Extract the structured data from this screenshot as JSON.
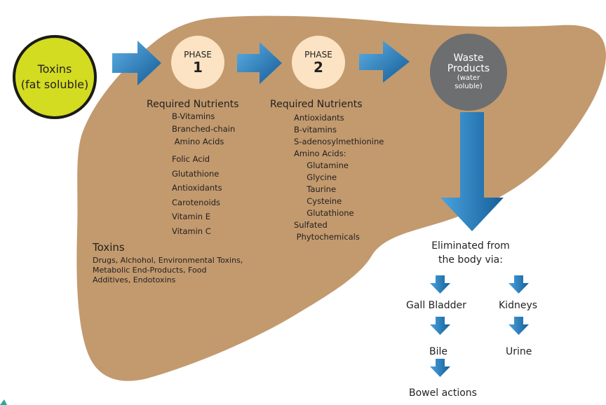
{
  "toxins_input": {
    "line1": "Toxins",
    "line2": "(fat soluble)"
  },
  "phase1": {
    "label": "PHASE",
    "number": "1"
  },
  "phase2": {
    "label": "PHASE",
    "number": "2"
  },
  "waste": {
    "line1": "Waste",
    "line2": "Products",
    "line3": "(water",
    "line4": "soluble)"
  },
  "phase1_nutrients": {
    "heading": "Required Nutrients",
    "items": [
      "B-Vitamins",
      "Branched-chain",
      " Amino Acids",
      "Folic Acid",
      "Glutathione",
      "Antioxidants",
      "Carotenoids",
      "Vitamin E",
      "Vitamin C"
    ]
  },
  "phase2_nutrients": {
    "heading": "Required Nutrients",
    "items": [
      "Antioxidants",
      "B-vitamins",
      "S-adenosylmethionine",
      "Amino Acids:",
      "     Glutamine",
      "     Glycine",
      "     Taurine",
      "     Cysteine",
      "     Glutathione",
      "Sulfated",
      " Phytochemicals"
    ]
  },
  "toxins_info": {
    "heading": "Toxins",
    "line1": "Drugs, Alchohol, Environmental Toxins,",
    "line2": "Metabolic End-Products, Food",
    "line3": "Additives, Endotoxins"
  },
  "elimination": {
    "line1": "Eliminated from",
    "line2": "the body via:",
    "gall_bladder": "Gall Bladder",
    "kidneys": "Kidneys",
    "bile": "Bile",
    "urine": "Urine",
    "bowel": "Bowel actions"
  },
  "colors": {
    "liver": "#c29a6e",
    "arrow": "#1f76b8",
    "toxin_circle": "#d3dc21",
    "phase_circle": "#fbe3c4",
    "waste_circle": "#6d6e70"
  }
}
